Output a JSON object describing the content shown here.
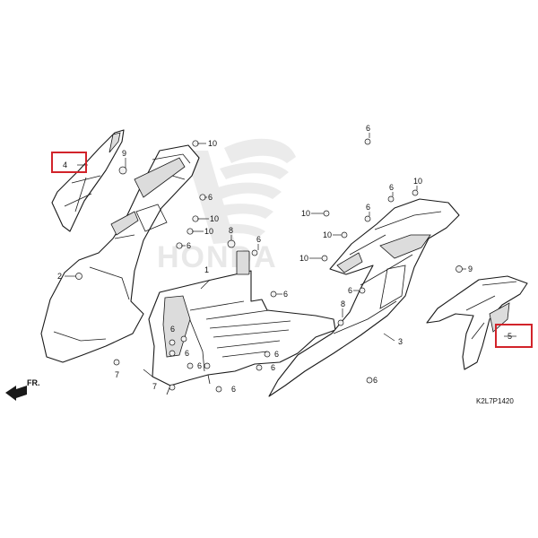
{
  "diagram": {
    "watermark_text": "HONDA",
    "drawing_code": "K2L7P1420",
    "front_label": "FR.",
    "colors": {
      "highlight": "#d2232a",
      "line": "#1a1a1a",
      "shade": "#dcdcdc",
      "watermark": "#e6e6e6"
    },
    "part_numbers": [
      "1",
      "2",
      "3",
      "4",
      "5",
      "6",
      "7",
      "8",
      "9",
      "10"
    ],
    "highlighted_parts": [
      "4",
      "5"
    ]
  }
}
